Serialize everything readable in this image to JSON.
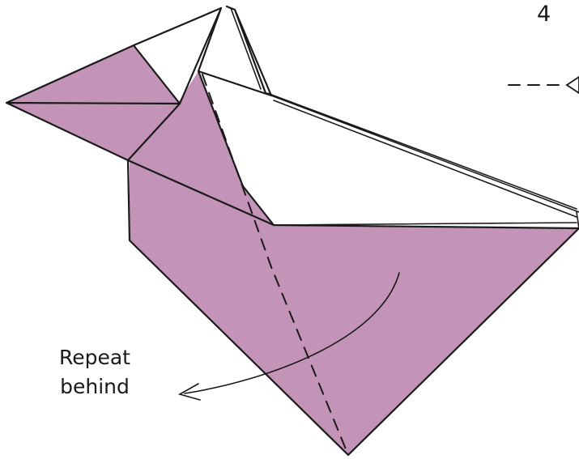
{
  "step": {
    "number": "4"
  },
  "instruction": {
    "line1": "Repeat",
    "line2": "behind"
  },
  "colors": {
    "paper_colored": "#c493b8",
    "paper_white": "#ffffff",
    "line": "#1a1a1a"
  },
  "icons": {
    "arrow": "curved-arrow",
    "fold_line": "valley-fold-dashed-line",
    "pleat_arrow": "push-arrow"
  }
}
